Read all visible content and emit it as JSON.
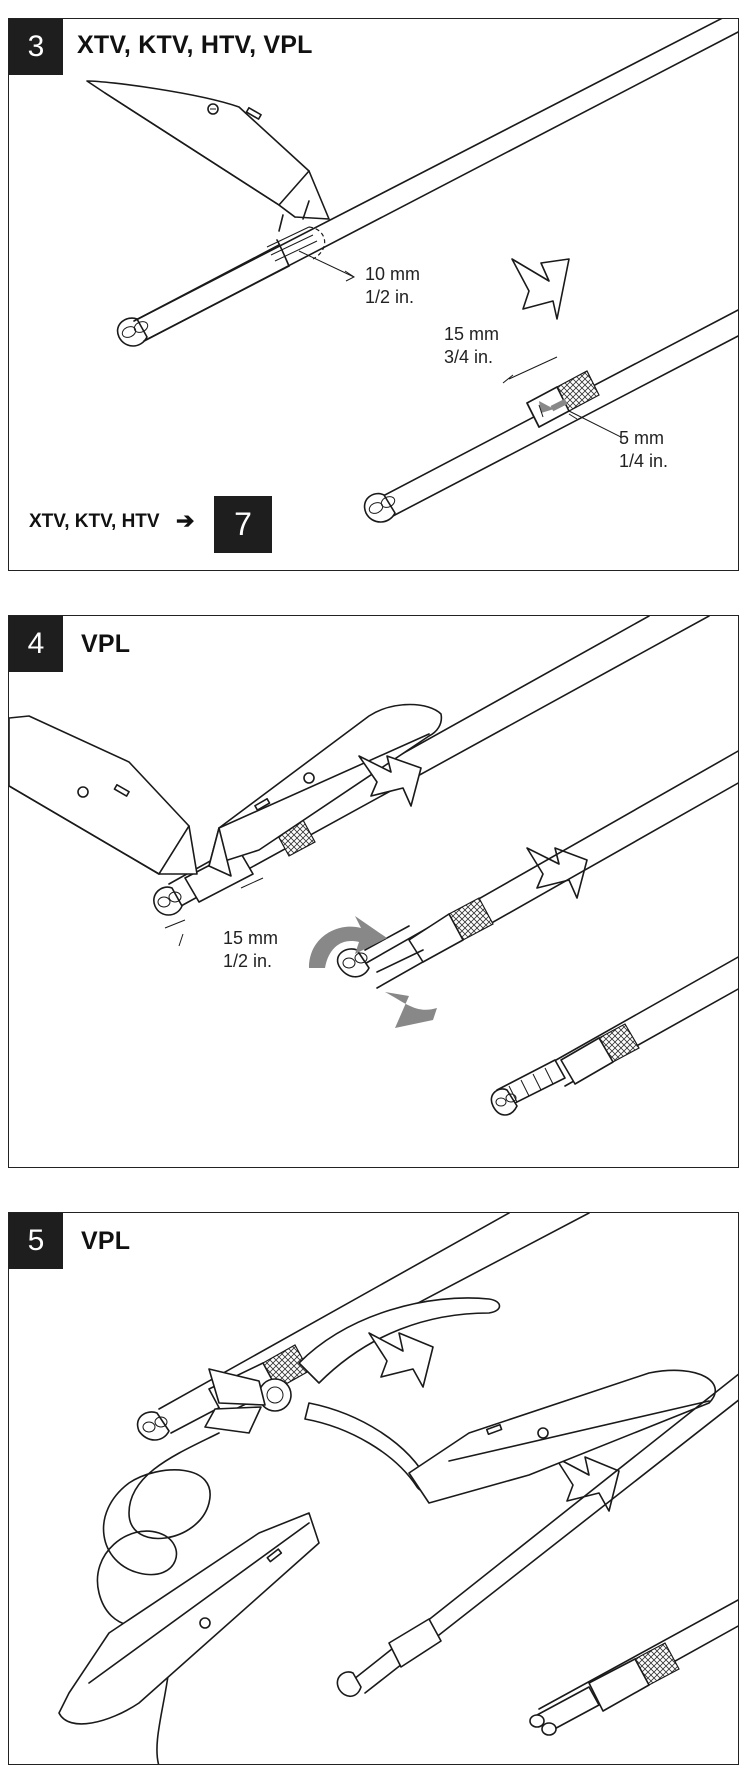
{
  "panels": [
    {
      "step": "3",
      "title": "XTV, KTV, HTV, VPL",
      "dim_a_line1": "10 mm",
      "dim_a_line2": "1/2 in.",
      "dim_b_line1": "15 mm",
      "dim_b_line2": "3/4 in.",
      "dim_c_line1": "5 mm",
      "dim_c_line2": "1/4 in.",
      "ref_text": "XTV, KTV, HTV",
      "ref_arrow": "➔",
      "ref_step": "7"
    },
    {
      "step": "4",
      "title": "VPL",
      "dim_a_line1": "15 mm",
      "dim_a_line2": "1/2 in."
    },
    {
      "step": "5",
      "title": "VPL"
    }
  ],
  "colors": {
    "badge": "#1e1e1e",
    "line": "#1a1a1a",
    "arrow_grey": "#888888",
    "background": "#ffffff"
  }
}
